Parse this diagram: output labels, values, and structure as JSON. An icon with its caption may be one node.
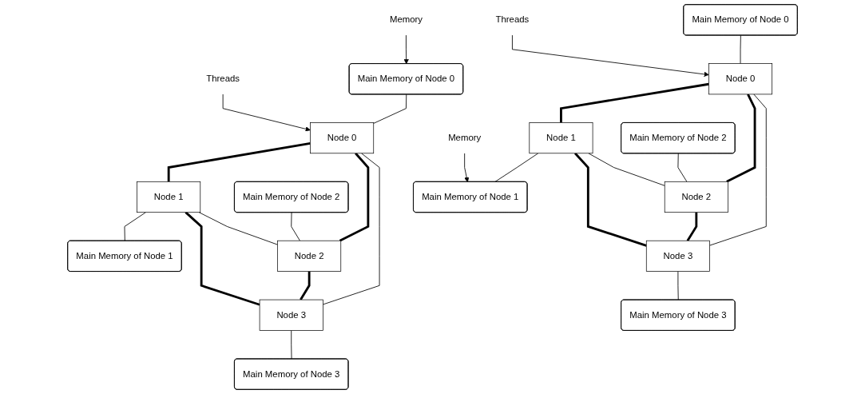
{
  "diagram": {
    "nodes": [
      {
        "text": [
          "Memory"
        ]
      },
      {
        "text": [
          "Threads"
        ]
      },
      {
        "text": [
          "Main Memory of Node 0"
        ]
      },
      {
        "text": [
          "Node 0"
        ]
      },
      {
        "text": [
          "Node 1"
        ]
      },
      {
        "text": [
          "Main Memory of Node 1"
        ]
      },
      {
        "text": [
          "Main Memory of Node 2"
        ]
      },
      {
        "text": [
          "Node 2"
        ]
      },
      {
        "text": [
          "Node 3"
        ]
      },
      {
        "text": [
          "Main Memory of Node 3"
        ]
      },
      {
        "text": [
          "Threads"
        ]
      },
      {
        "text": [
          "Memory"
        ]
      },
      {
        "text": [
          "Main Memory of Node 0"
        ]
      },
      {
        "text": [
          "Node 0"
        ]
      },
      {
        "text": [
          "Node 1"
        ]
      },
      {
        "text": [
          "Main Memory of Node 1"
        ]
      },
      {
        "text": [
          "Main Memory of Node 2"
        ]
      },
      {
        "text": [
          "Node 2"
        ]
      },
      {
        "text": [
          "Node 3"
        ]
      },
      {
        "text": [
          "Main Memory of Node 3"
        ]
      }
    ],
    "edges": [
      {
        "from": 0,
        "to": 2,
        "arrow": "to"
      },
      {
        "from": 1,
        "to": 3,
        "arrow": "to"
      },
      {
        "from": 2,
        "to": 3,
        "arrow": "none"
      },
      {
        "from": 3,
        "to": 4,
        "arrow": "none",
        "style": "thick"
      },
      {
        "from": 4,
        "to": 5,
        "arrow": "none"
      },
      {
        "from": 3,
        "to": 7,
        "arrow": "none",
        "style": "thick"
      },
      {
        "from": 4,
        "to": 8,
        "arrow": "none",
        "style": "thick"
      },
      {
        "from": 3,
        "to": 8,
        "arrow": "none"
      },
      {
        "from": 4,
        "to": 7,
        "arrow": "none"
      },
      {
        "from": 6,
        "to": 7,
        "arrow": "none"
      },
      {
        "from": 7,
        "to": 8,
        "arrow": "none",
        "style": "thick"
      },
      {
        "from": 8,
        "to": 9,
        "arrow": "none"
      },
      {
        "from": 10,
        "to": 13,
        "arrow": "to"
      },
      {
        "from": 11,
        "to": 15,
        "arrow": "to"
      },
      {
        "from": 12,
        "to": 13,
        "arrow": "none"
      },
      {
        "from": 13,
        "to": 14,
        "arrow": "none",
        "style": "thick"
      },
      {
        "from": 14,
        "to": 15,
        "arrow": "none"
      },
      {
        "from": 13,
        "to": 17,
        "arrow": "none",
        "style": "thick"
      },
      {
        "from": 14,
        "to": 18,
        "arrow": "none",
        "style": "thick"
      },
      {
        "from": 13,
        "to": 18,
        "arrow": "none"
      },
      {
        "from": 14,
        "to": 17,
        "arrow": "none"
      },
      {
        "from": 16,
        "to": 17,
        "arrow": "none"
      },
      {
        "from": 17,
        "to": 18,
        "arrow": "none",
        "style": "thick"
      },
      {
        "from": 18,
        "to": 19,
        "arrow": "none"
      }
    ]
  }
}
